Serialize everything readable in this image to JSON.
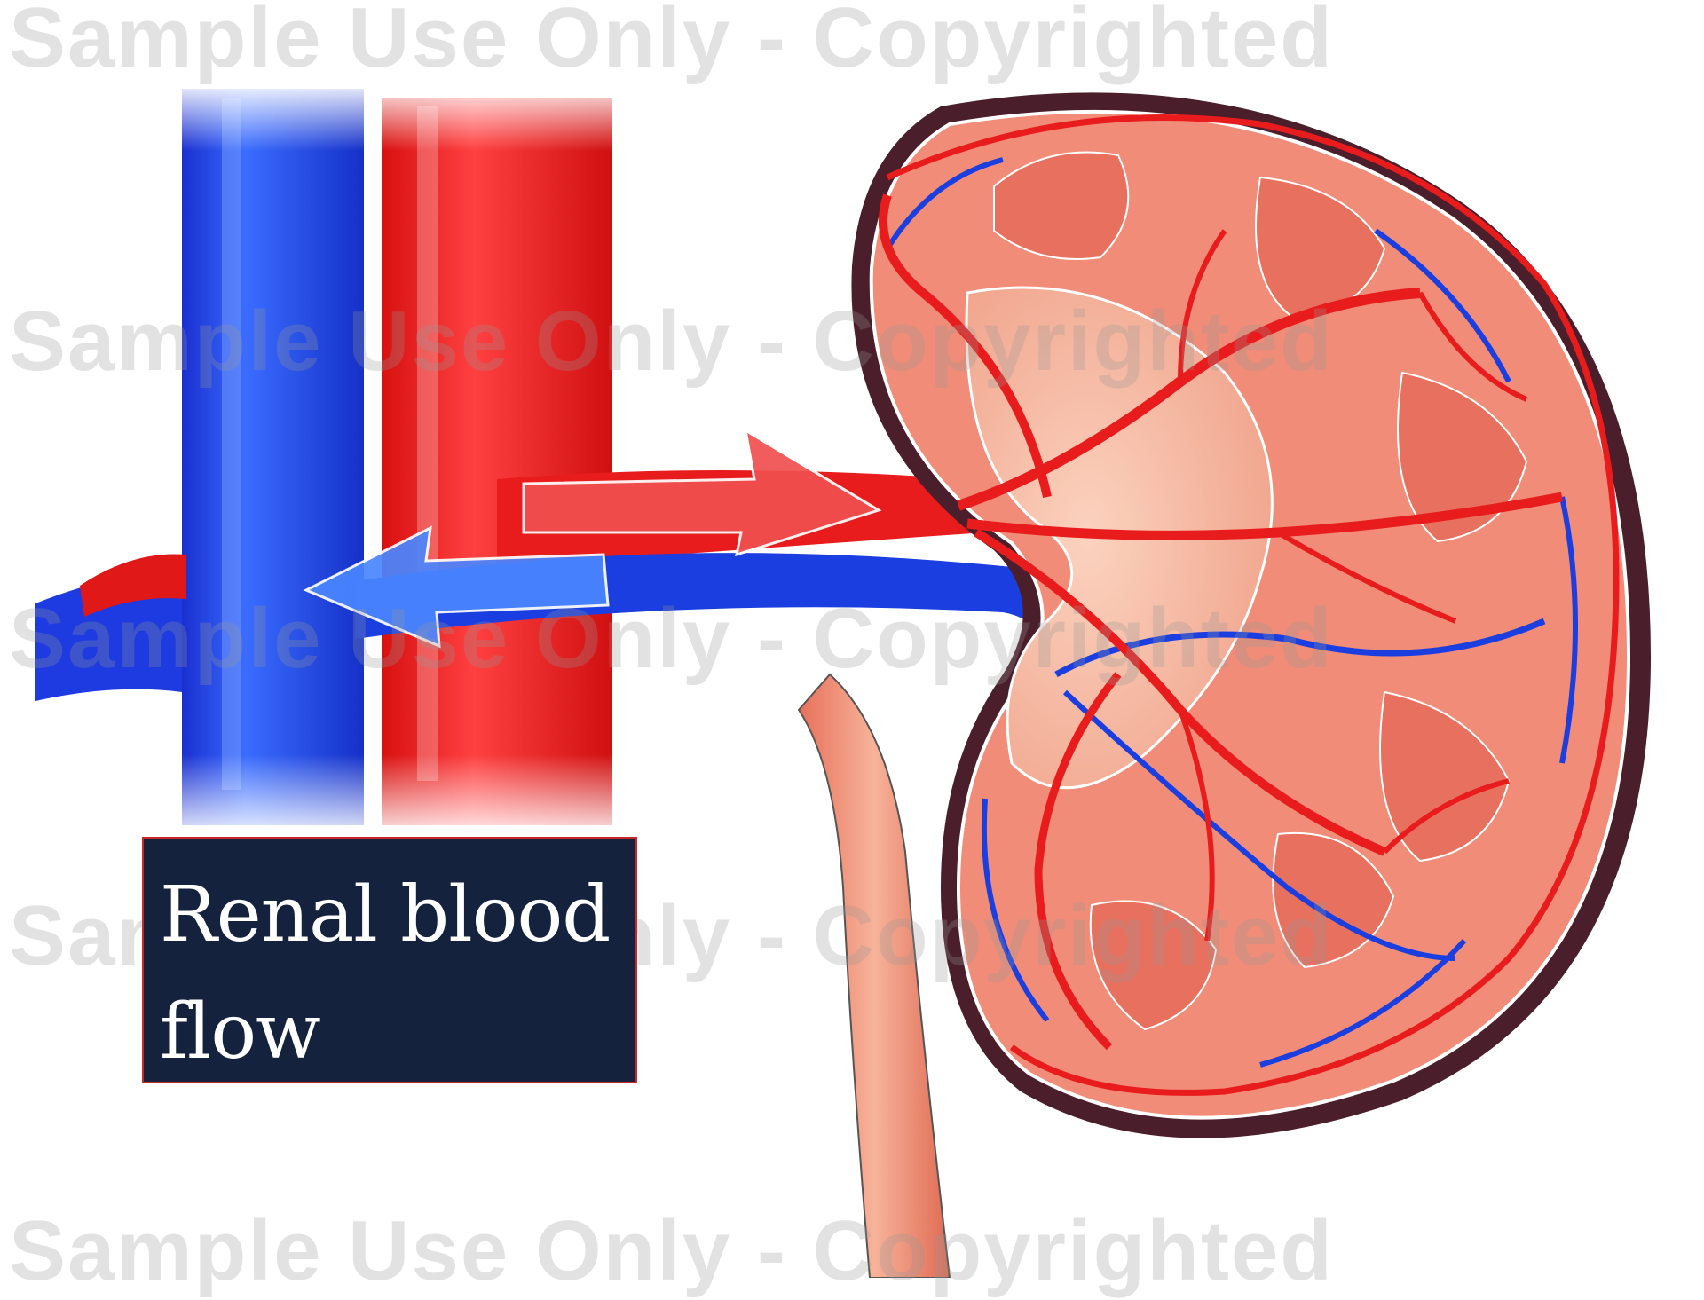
{
  "label": {
    "text": "Renal blood flow"
  },
  "watermark": {
    "line1": "Sample Use Only - Copyrighted",
    "line2": "Sample Use Only - Copyrighted",
    "line3": "Sample Use Only - Copyrighted",
    "line4": "Sample Use Only - Copyrighted",
    "line5": "Sample Use Only - Copyrighted"
  },
  "colors": {
    "artery": "#e01818",
    "vein": "#1a3ee0",
    "kidney_tissue": "#f0907a",
    "label_background": "#14223d",
    "label_border": "#c62828"
  }
}
